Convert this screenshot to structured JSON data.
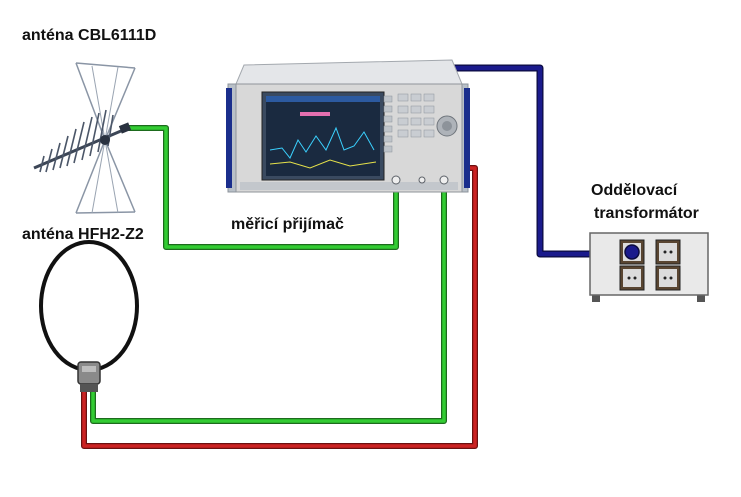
{
  "labels": {
    "antenna_biconical": "anténa CBL6111D",
    "antenna_loop": "anténa HFH2-Z2",
    "receiver": "měřicí přijímač",
    "transformer_line1": "Oddělovací",
    "transformer_line2": "transformátor"
  },
  "colors": {
    "green_cable": "#33cc33",
    "red_cable": "#cc2222",
    "blue_cable": "#1a1a8c",
    "device_body": "#d8d8d8",
    "screen": "#1a2a40"
  },
  "icons": {
    "antenna_biconical": "log-periodic-antenna-icon",
    "antenna_loop": "loop-antenna-icon",
    "receiver": "emi-receiver-icon",
    "transformer": "isolation-transformer-icon"
  }
}
